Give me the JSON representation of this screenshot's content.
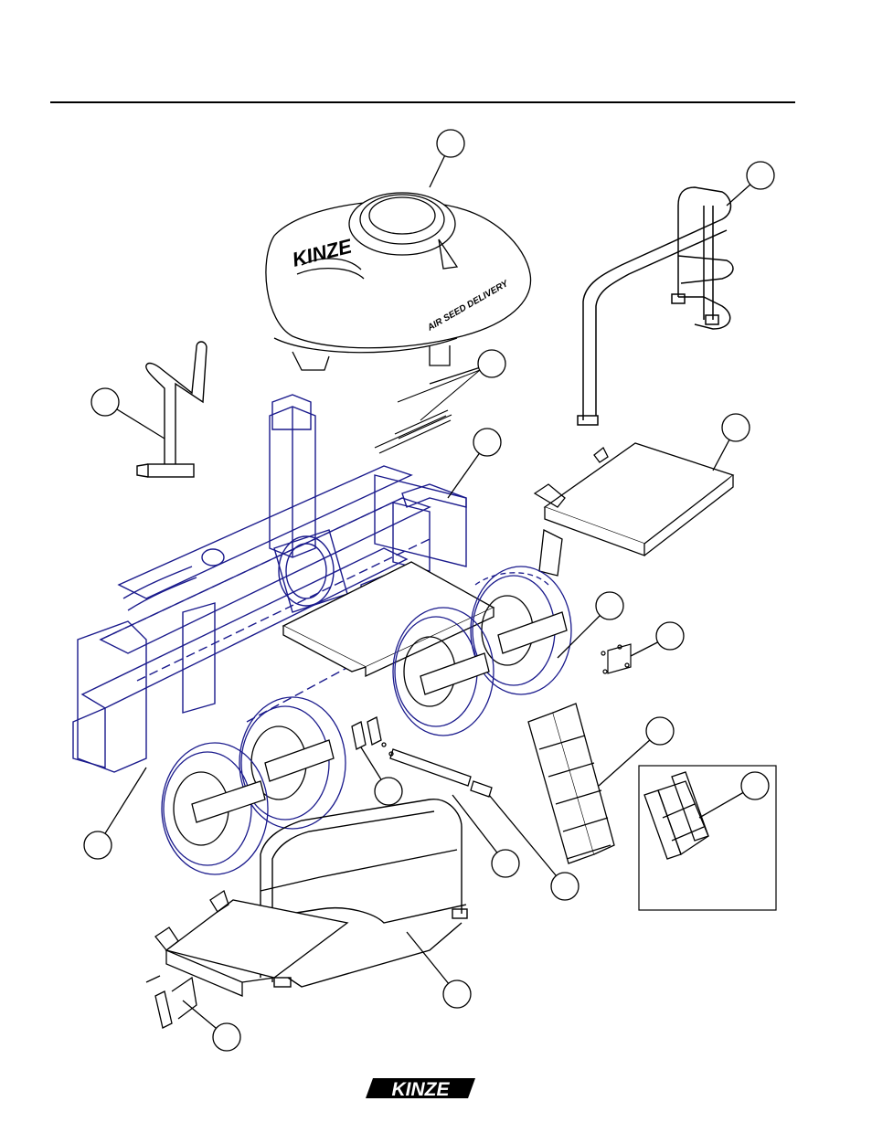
{
  "tank": {
    "brand": "KINZE",
    "side_text": "AIR SEED DELIVERY"
  },
  "callouts": [
    {
      "id": "tank",
      "label": ""
    },
    {
      "id": "rear-handrail",
      "label": ""
    },
    {
      "id": "tank-straps",
      "label": ""
    },
    {
      "id": "front-handle",
      "label": ""
    },
    {
      "id": "frame-bracket",
      "label": ""
    },
    {
      "id": "upper-platform",
      "label": ""
    },
    {
      "id": "fender",
      "label": ""
    },
    {
      "id": "hardware-plate",
      "label": ""
    },
    {
      "id": "ladder",
      "label": ""
    },
    {
      "id": "ladder-alt",
      "label": ""
    },
    {
      "id": "frame-left",
      "label": ""
    },
    {
      "id": "clevis",
      "label": ""
    },
    {
      "id": "tube-support",
      "label": ""
    },
    {
      "id": "mount-plate",
      "label": ""
    },
    {
      "id": "lower-handrail",
      "label": ""
    },
    {
      "id": "lower-bracket",
      "label": ""
    }
  ],
  "footer": {
    "logo": "KINZE"
  },
  "colors": {
    "line": "#000000",
    "frame": "#1a1a8c",
    "bg": "#ffffff"
  }
}
